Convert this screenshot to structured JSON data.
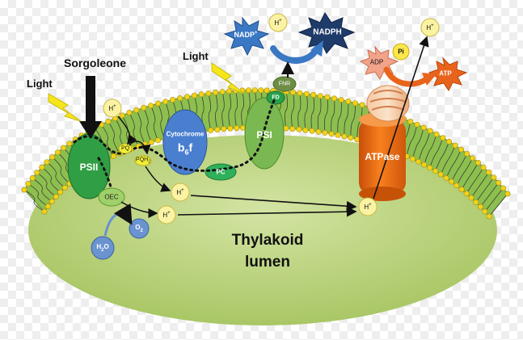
{
  "colors": {
    "lumen": "#b5cf74",
    "membrane_band": "#8dbf4e",
    "lipid_head": "#f2d21b",
    "psii": "#2f9e44",
    "cytochrome": "#4a7fd0",
    "psi": "#7ab851",
    "atpase": "#ec6a12",
    "proton": "#fbf3a3",
    "nadph": "#1f3b6a",
    "nadp": "#3b78c4",
    "atp": "#e8641c",
    "adp": "#f2a38a",
    "pi": "#fde74a",
    "water": "#6a93cf",
    "lightning": "#f5e61a"
  },
  "labels": {
    "sorgoleone": "Sorgoleone",
    "light_left": "Light",
    "light_right": "Light",
    "psii": "PSII",
    "oec": "OEC",
    "pq": "PQ",
    "pqh2": "PQH",
    "pqh2_sub": "2",
    "cytochrome": "Cytochrome",
    "b6f_b": "b",
    "b6f_sub": "6",
    "b6f_f": "f",
    "pc": "PC",
    "psi": "PSI",
    "fd": "FD",
    "fnr": "FNR",
    "nadp": "NADP",
    "nadp_sup": "+",
    "nadph": "NADPH",
    "proton": "H",
    "proton_sup": "+",
    "adp": "ADP",
    "pi": "Pi",
    "atp": "ATP",
    "atpase": "ATPase",
    "water": "H",
    "water_sub": "2",
    "water_o": "O",
    "oxygen": "O",
    "oxygen_sub": "2",
    "lumen_line1": "Thylakoid",
    "lumen_line2": "lumen"
  }
}
